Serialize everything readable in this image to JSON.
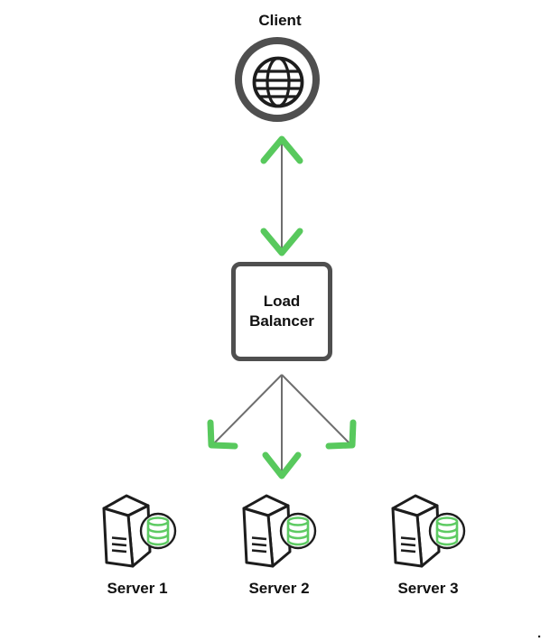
{
  "diagram_type": "load-balancer-architecture",
  "client": {
    "label": "Client",
    "icon": "globe-icon"
  },
  "load_balancer": {
    "label": "Load Balancer"
  },
  "servers": [
    {
      "label": "Server 1",
      "icon": "server-database-icon"
    },
    {
      "label": "Server 2",
      "icon": "server-database-icon"
    },
    {
      "label": "Server 3",
      "icon": "server-database-icon"
    }
  ],
  "edges": [
    {
      "from": "client",
      "to": "load-balancer",
      "direction": "bidirectional"
    },
    {
      "from": "load-balancer",
      "to": "server-1",
      "direction": "forward"
    },
    {
      "from": "load-balancer",
      "to": "server-2",
      "direction": "forward"
    },
    {
      "from": "load-balancer",
      "to": "server-3",
      "direction": "forward"
    }
  ],
  "artifact": {
    "dot": "."
  },
  "colors": {
    "arrowhead_green": "#58c95d",
    "database_green": "#5ecb63",
    "node_outline_gray": "#4f4f4f",
    "icon_black": "#1d1d1d",
    "connector_gray": "#6e6e6e",
    "text_black": "#111111",
    "background": "#ffffff"
  }
}
